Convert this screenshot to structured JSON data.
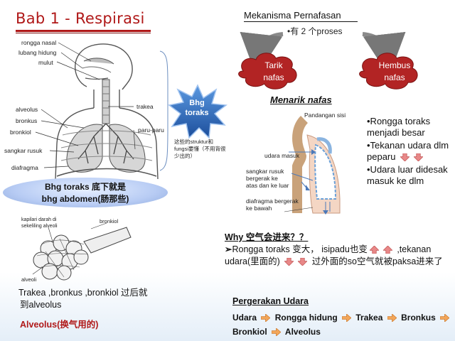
{
  "title": "Bab 1 - Respirasi",
  "anatomy_labels": {
    "rongga_nasal": "rongga nasal",
    "lubang_hidung": "lubang hidung",
    "mulut": "mulut",
    "trakea": "trakea",
    "alveolus": "alveolus",
    "bronkus": "bronkus",
    "bronkiol": "bronkiol",
    "paru_paru": "paru-paru",
    "sangkar_rusuk": "sangkar rusuk",
    "diafragma": "diafragma"
  },
  "bhg_toraks": "Bhg toraks",
  "note": "这些的struktur和fungsi要懂（不用背很少出的）",
  "ellipse_text": {
    "line1": "Bhg toraks 底下就是",
    "line2": "bhg abdomen(肠那些)"
  },
  "alveoli_labels": {
    "kapilari": "kapilari darah di sekeliling alveoli",
    "bronkiol": "bronkiol",
    "alveoli": "alveoli"
  },
  "bottom_left": {
    "line1": "Trakea ,bronkus ,bronkiol 过后就",
    "line2": "到alveolus",
    "alveolus_note": "Alveolus(换气用的)"
  },
  "mekanisma": {
    "title": "Mekanisma Pernafasan",
    "proses": "•有 2 个proses",
    "tarik": {
      "line1": "Tarik",
      "line2": "nafas"
    },
    "hembus": {
      "line1": "Hembus",
      "line2": "nafas"
    }
  },
  "menarik": {
    "title": "Menarik nafas",
    "pandangan": "Pandangan sisi",
    "udara_masuk": "udara masuk",
    "sangkar_rusuk": "sangkar rusuk bergerak ke atas dan ke luar",
    "diafragma": "diafragma bergerak ke bawah"
  },
  "bullets": [
    "•Rongga toraks menjadi besar",
    "•Tekanan udara dlm peparu",
    "•Udara luar didesak masuk ke dlm"
  ],
  "why": {
    "title": "Why 空气会进来？？",
    "part1": "Rongga toraks 变大，  isipadu也变",
    "part2": " ,tekanan udara(里面的) ",
    "part3": " 过外面的so空气就被paksa进来了"
  },
  "pergerakan": {
    "title": "Pergerakan Udara",
    "path": [
      "Udara",
      "Rongga hidung",
      "Trakea",
      "Bronkus",
      "Bronkiol",
      "Alveolus"
    ]
  },
  "colors": {
    "title_red": "#b01818",
    "cloud": "#b22424",
    "star": "#2e6fc4",
    "down_arrow": "#e88888",
    "up_arrow": "#e88888",
    "path_arrow": "#f2a65a"
  }
}
